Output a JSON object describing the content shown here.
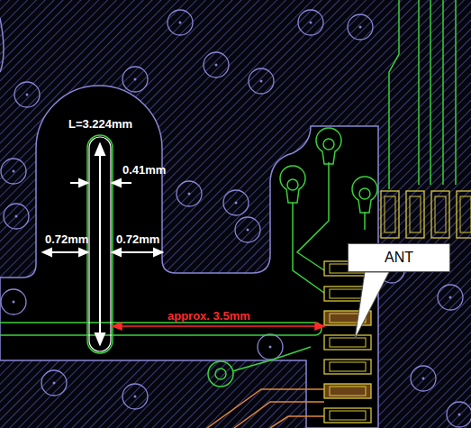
{
  "diagram": {
    "nodes": [
      {
        "text": [
          "ANT"
        ]
      }
    ],
    "labels": [
      "L=3.224mm",
      "0.41mm",
      "0.72mm",
      "0.72mm",
      "approx. 3.5mm"
    ]
  }
}
